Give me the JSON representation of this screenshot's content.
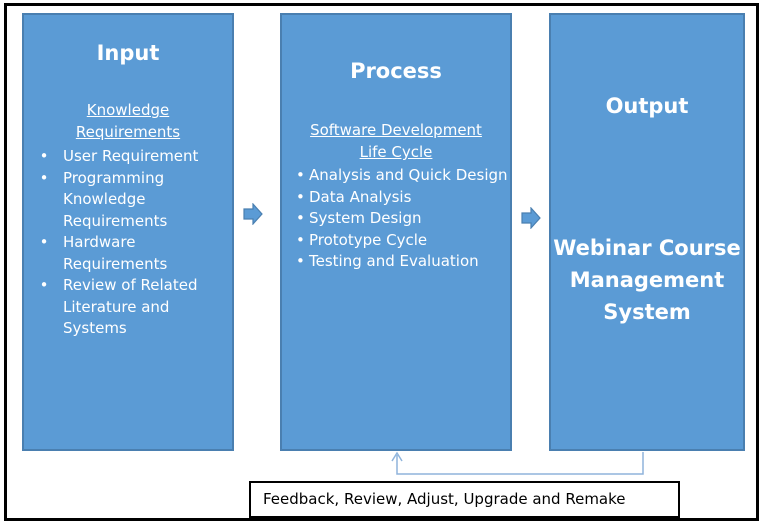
{
  "input": {
    "title": "Input",
    "subheading": "Knowledge Requirements",
    "items": [
      "User Requirement",
      "Programming Knowledge Requirements",
      "Hardware Requirements",
      "Review of Related Literature and Systems"
    ]
  },
  "process": {
    "title": "Process",
    "subheading": "Software Development Life Cycle",
    "items": [
      "Analysis and Quick Design",
      "Data Analysis",
      "System Design",
      "Prototype Cycle",
      "Testing and Evaluation"
    ]
  },
  "output": {
    "title": "Output",
    "system_name": "Webinar Course Management System"
  },
  "feedback": {
    "label": "Feedback, Review, Adjust, Upgrade and Remake"
  },
  "colors": {
    "panel_fill": "#5b9bd5",
    "panel_border": "#4a7fb0",
    "arrow_fill": "#5b9bd5",
    "text": "#ffffff"
  }
}
